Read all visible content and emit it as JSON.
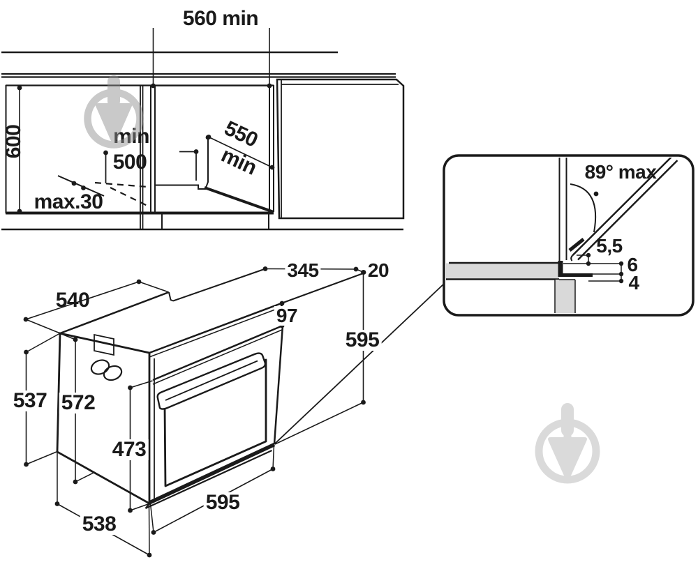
{
  "page": {
    "background_color": "#ffffff",
    "line_color": "#1a1a1a",
    "countertop_fill_color": "#d9d9d9",
    "watermark_color": "#9a9a9a"
  },
  "labels": {
    "niche_width": "560 min",
    "cabinet_height": "600",
    "shelf_min_word": "min",
    "shelf_min_value": "500",
    "door_protrusion": "max.30",
    "niche_depth_value": "550",
    "niche_depth_word": "min",
    "hinge_angle_max": "89° max",
    "detail_gap_door": "5,5",
    "detail_gap_mid": "6",
    "detail_gap_low": "4",
    "oven_top_depth": "540",
    "top_shelf_depth": "345",
    "top_overhang": "20",
    "control_panel_height": "97",
    "niche_front_height": "595",
    "oven_back_height": "537",
    "oven_mid_height": "572",
    "oven_door_height": "473",
    "oven_front_width": "595",
    "oven_body_depth": "538"
  }
}
